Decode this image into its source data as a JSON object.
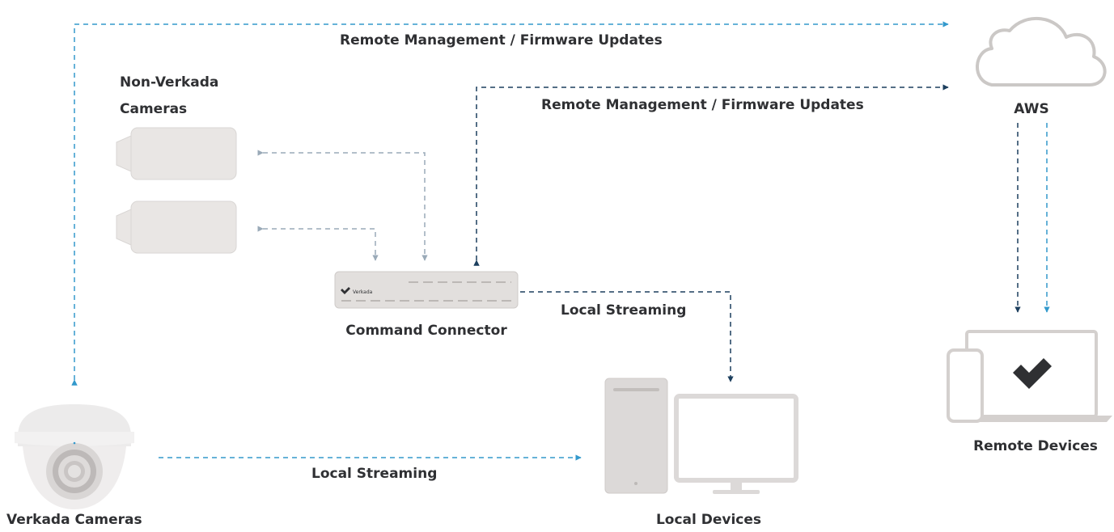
{
  "labels": {
    "remote_mgmt_top": "Remote Management / Firmware Updates",
    "remote_mgmt_mid": "Remote Management / Firmware Updates",
    "non_verkada_line1": "Non-Verkada",
    "non_verkada_line2": "Cameras",
    "aws": "AWS",
    "command_connector": "Command Connector",
    "local_streaming_right": "Local Streaming",
    "local_streaming_bottom": "Local Streaming",
    "remote_devices": "Remote Devices",
    "verkada_cameras": "Verkada Cameras",
    "local_devices": "Local Devices",
    "device_brand": "Verkada"
  },
  "colors": {
    "dark_arrow": "#1c3f5e",
    "light_blue_arrow": "#3399cc",
    "gray_arrow": "#9aaab8",
    "device_gray": "#dcd9d8",
    "device_stroke": "#c8c4c2",
    "text": "#2f3033"
  }
}
